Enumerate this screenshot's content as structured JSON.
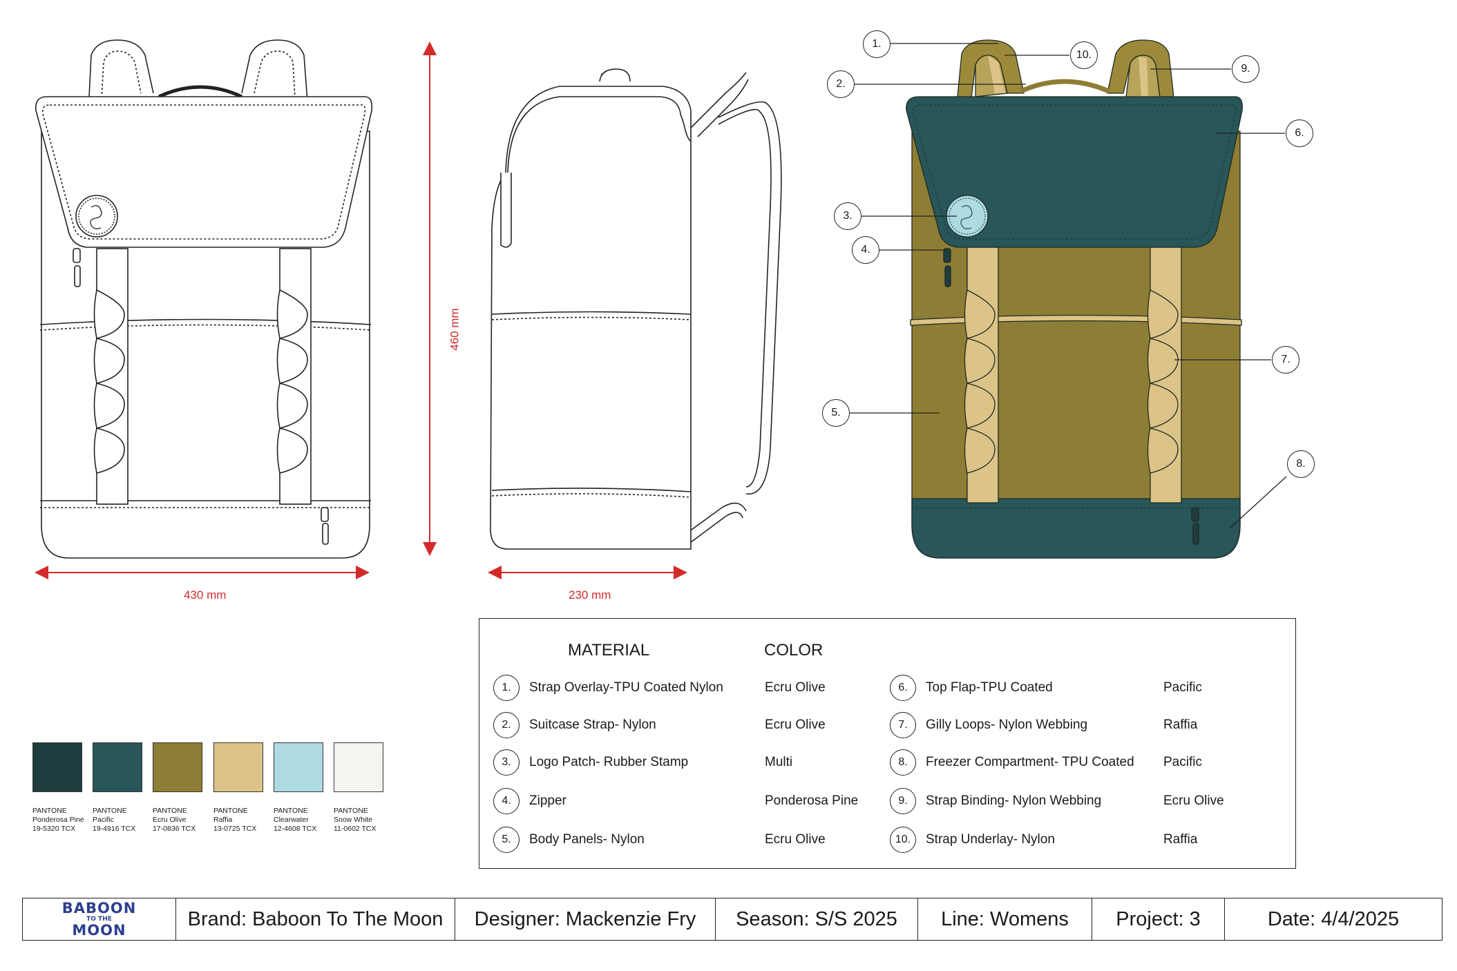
{
  "dimensions": {
    "width_label": "430 mm",
    "height_label": "460 mm",
    "depth_label": "230 mm"
  },
  "callouts": [
    "1.",
    "2.",
    "3.",
    "4.",
    "5.",
    "6.",
    "7.",
    "8.",
    "9.",
    "10."
  ],
  "materials": {
    "header_material": "MATERIAL",
    "header_color": "COLOR",
    "rows": [
      {
        "num": "1.",
        "name": "Strap Overlay-TPU Coated Nylon",
        "color": "Ecru Olive"
      },
      {
        "num": "2.",
        "name": "Suitcase Strap- Nylon",
        "color": "Ecru Olive"
      },
      {
        "num": "3.",
        "name": "Logo Patch- Rubber Stamp",
        "color": "Multi"
      },
      {
        "num": "4.",
        "name": "Zipper",
        "color": "Ponderosa Pine"
      },
      {
        "num": "5.",
        "name": "Body Panels- Nylon",
        "color": "Ecru Olive"
      },
      {
        "num": "6.",
        "name": "Top Flap-TPU Coated",
        "color": "Pacific"
      },
      {
        "num": "7.",
        "name": "Gilly Loops- Nylon Webbing",
        "color": "Raffia"
      },
      {
        "num": "8.",
        "name": "Freezer Compartment- TPU Coated",
        "color": "Pacific"
      },
      {
        "num": "9.",
        "name": "Strap Binding- Nylon Webbing",
        "color": "Ecru Olive"
      },
      {
        "num": "10.",
        "name": "Strap Underlay- Nylon",
        "color": "Raffia"
      }
    ]
  },
  "swatches": [
    {
      "label1": "PANTONE",
      "label2": "Ponderosa Pine",
      "label3": "19-5320 TCX",
      "hex": "#1f3d3e"
    },
    {
      "label1": "PANTONE",
      "label2": "Pacific",
      "label3": "19-4916 TCX",
      "hex": "#285659"
    },
    {
      "label1": "PANTONE",
      "label2": "Ecru Olive",
      "label3": "17-0836 TCX",
      "hex": "#8e7d34"
    },
    {
      "label1": "PANTONE",
      "label2": "Raffia",
      "label3": "13-0725 TCX",
      "hex": "#dcc387"
    },
    {
      "label1": "PANTONE",
      "label2": "Clearwater",
      "label3": "12-4608 TCX",
      "hex": "#aedbe2"
    },
    {
      "label1": "PANTONE",
      "label2": "Snow White",
      "label3": "11-0602 TCX",
      "hex": "#f5f4ee"
    }
  ],
  "title_block": {
    "logo_line1": "BABOON",
    "logo_line2": "TO THE",
    "logo_line3": "MOON",
    "brand": "Brand: Baboon To The Moon",
    "designer": "Designer: Mackenzie Fry",
    "season": "Season: S/S 2025",
    "line": "Line: Womens",
    "project": "Project: 3",
    "date": "Date: 4/4/2025"
  }
}
